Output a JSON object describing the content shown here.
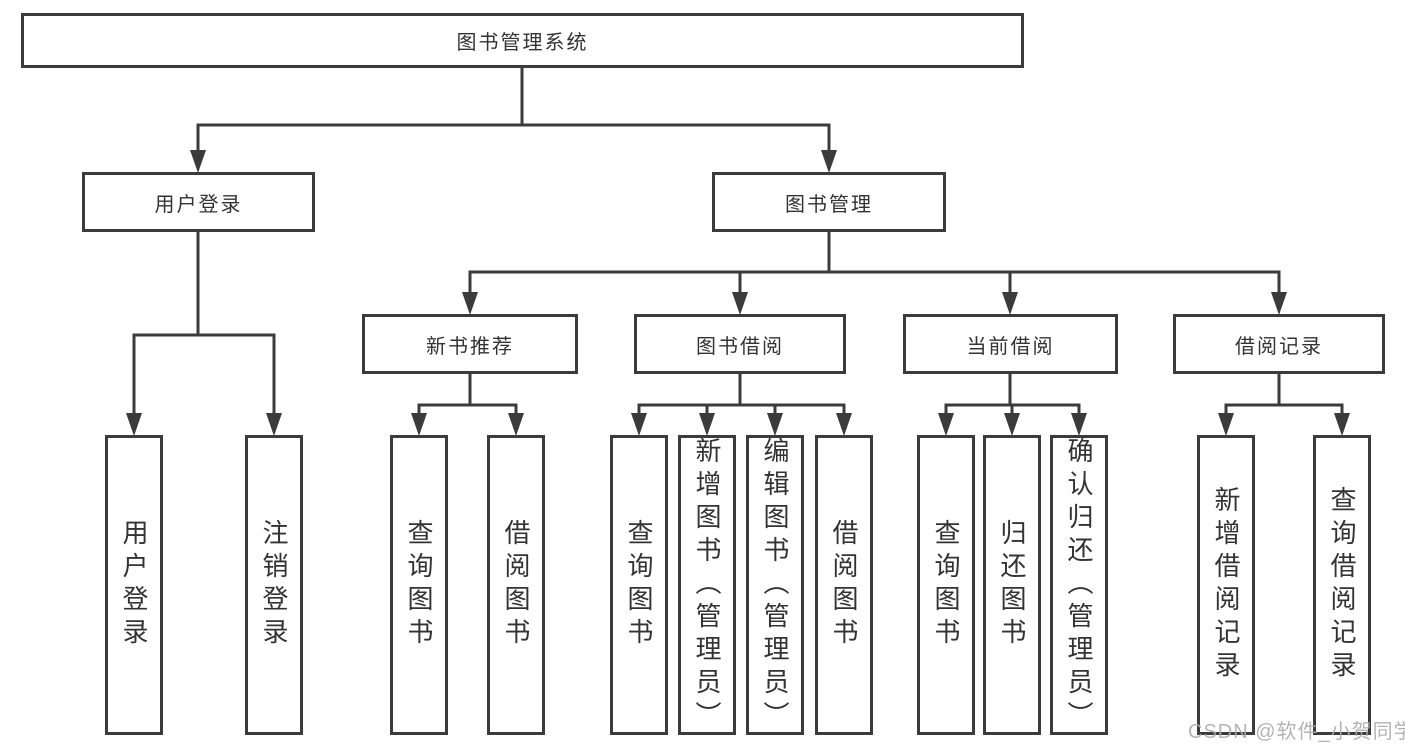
{
  "tree": {
    "root": {
      "label": "图书管理系统"
    },
    "level2": [
      {
        "label": "用户登录",
        "children": [
          {
            "label": "用户登录"
          },
          {
            "label": "注销登录"
          }
        ]
      },
      {
        "label": "图书管理",
        "children": [
          {
            "label": "新书推荐",
            "children": [
              {
                "label": "查询图书"
              },
              {
                "label": "借阅图书"
              }
            ]
          },
          {
            "label": "图书借阅",
            "children": [
              {
                "label": "查询图书"
              },
              {
                "label": "新增图书（管理员）"
              },
              {
                "label": "编辑图书（管理员）"
              },
              {
                "label": "借阅图书"
              }
            ]
          },
          {
            "label": "当前借阅",
            "children": [
              {
                "label": "查询图书"
              },
              {
                "label": "归还图书"
              },
              {
                "label": "确认归还（管理员）"
              }
            ]
          },
          {
            "label": "借阅记录",
            "children": [
              {
                "label": "新增借阅记录"
              },
              {
                "label": "查询借阅记录"
              }
            ]
          }
        ]
      }
    ]
  },
  "watermark": "CSDN @软件_小贺同学",
  "colors": {
    "line": "#3b3b3b",
    "text": "#333333",
    "watermark": "#acacac",
    "background": "#ffffff"
  }
}
